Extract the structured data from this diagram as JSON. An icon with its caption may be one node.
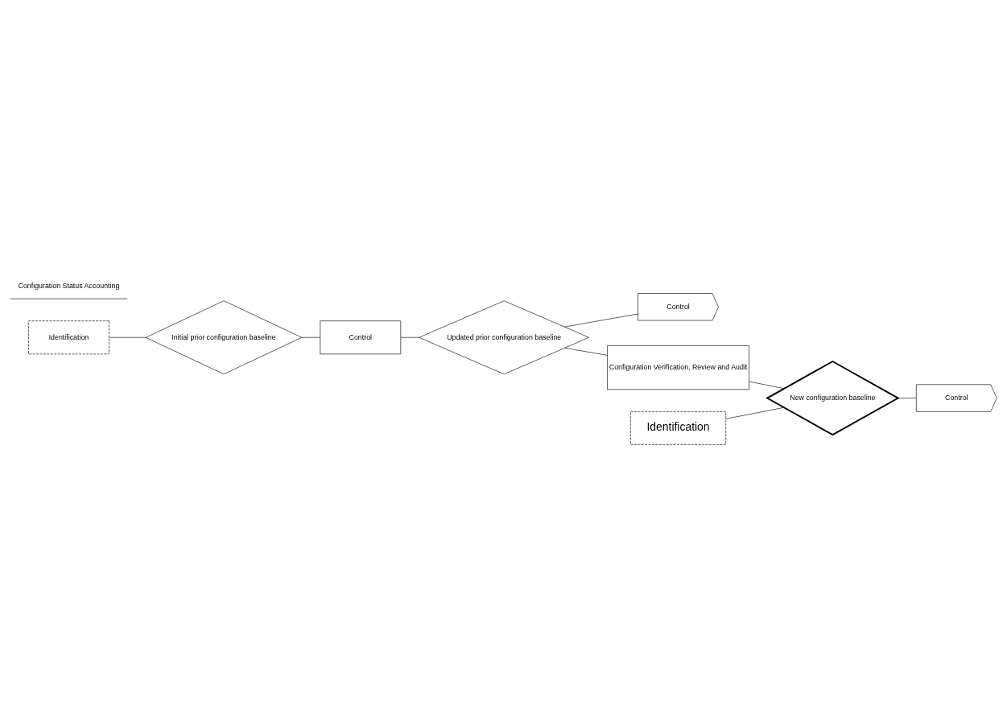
{
  "diagram": {
    "nodes": [
      {
        "text": [
          "Identification"
        ]
      },
      {
        "text": [
          "Initial prior configuration baseline"
        ]
      },
      {
        "text": [
          "Control"
        ]
      },
      {
        "text": [
          "Updated prior configuration baseline"
        ]
      },
      {
        "text": [
          "Control"
        ]
      },
      {
        "text": [
          "Configuration Verification, Review and Audit"
        ]
      },
      {
        "text": [
          "Identification"
        ]
      },
      {
        "text": [
          "New configuration baseline"
        ]
      },
      {
        "text": [
          "Control"
        ]
      },
      {
        "text": [
          "Configuration Status Accounting"
        ]
      }
    ],
    "edges": [
      {
        "from": 0,
        "to": 1,
        "arrow": "none"
      },
      {
        "from": 1,
        "to": 2,
        "arrow": "none"
      },
      {
        "from": 2,
        "to": 3,
        "arrow": "none"
      },
      {
        "from": 3,
        "to": 4,
        "arrow": "none"
      },
      {
        "from": 3,
        "to": 5,
        "arrow": "none"
      },
      {
        "from": 5,
        "to": 7,
        "arrow": "none"
      },
      {
        "from": 6,
        "to": 7,
        "arrow": "none"
      },
      {
        "from": 7,
        "to": 8,
        "arrow": "none"
      }
    ]
  }
}
